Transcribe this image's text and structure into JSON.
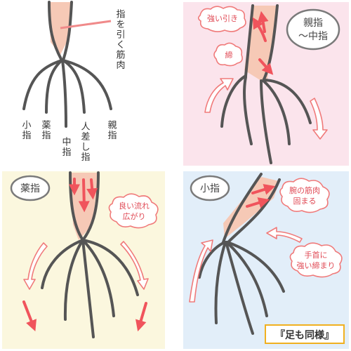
{
  "colors": {
    "tendon": "#555555",
    "flesh": "#f6c9b6",
    "accent": "#f0545c",
    "arrow_outline": "#f07a7a",
    "panel_pink": "#fbe4ec",
    "panel_yellow": "#fbf7de",
    "panel_blue": "#e2eef9",
    "title_border": "#7a7a7a",
    "footer_border": "#f0b020"
  },
  "panel_main": {
    "muscle_label": "指を引く筋肉",
    "fingers": {
      "little": "小指",
      "ring": "薬指",
      "middle": "中指",
      "index": "人差し指",
      "thumb": "親指"
    }
  },
  "panel_thumb_middle": {
    "title_line1": "親指",
    "title_line2": "〜中指",
    "cloud_pull": "強い引き",
    "cloud_tight": "締"
  },
  "panel_ring": {
    "title": "薬指",
    "cloud_line1": "良い流れ",
    "cloud_line2": "広がり"
  },
  "panel_little": {
    "title": "小指",
    "cloud_muscle_line1": "腕の筋肉",
    "cloud_muscle_line2": "固まる",
    "cloud_wrist_line1": "手首に",
    "cloud_wrist_line2": "強い締まり"
  },
  "footer": {
    "label": "『足も同様』"
  }
}
